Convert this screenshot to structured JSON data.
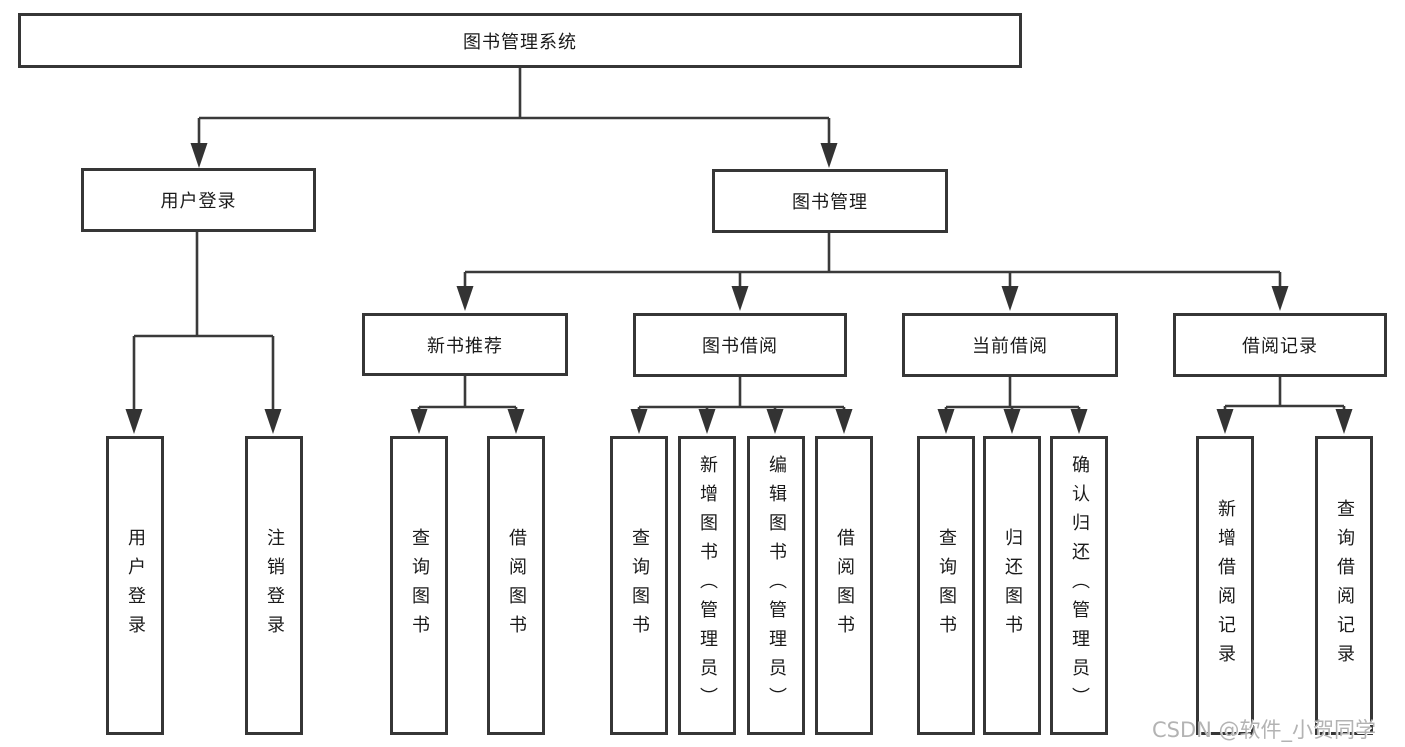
{
  "tree": {
    "root": {
      "label": "图书管理系统"
    },
    "level2": [
      {
        "label": "用户登录"
      },
      {
        "label": "图书管理"
      }
    ],
    "level3": [
      {
        "label": "新书推荐",
        "parent": "图书管理"
      },
      {
        "label": "图书借阅",
        "parent": "图书管理"
      },
      {
        "label": "当前借阅",
        "parent": "图书管理"
      },
      {
        "label": "借阅记录",
        "parent": "图书管理"
      }
    ],
    "leaves": [
      {
        "label": "用户登录",
        "parent": "用户登录"
      },
      {
        "label": "注销登录",
        "parent": "用户登录"
      },
      {
        "label": "查询图书",
        "parent": "新书推荐"
      },
      {
        "label": "借阅图书",
        "parent": "新书推荐"
      },
      {
        "label": "查询图书",
        "parent": "图书借阅"
      },
      {
        "label": "新增图书（管理员）",
        "parent": "图书借阅"
      },
      {
        "label": "编辑图书（管理员）",
        "parent": "图书借阅"
      },
      {
        "label": "借阅图书",
        "parent": "图书借阅"
      },
      {
        "label": "查询图书",
        "parent": "当前借阅"
      },
      {
        "label": "归还图书",
        "parent": "当前借阅"
      },
      {
        "label": "确认归还（管理员）",
        "parent": "当前借阅"
      },
      {
        "label": "新增借阅记录",
        "parent": "借阅记录"
      },
      {
        "label": "查询借阅记录",
        "parent": "借阅记录"
      }
    ]
  },
  "watermark": {
    "text": "CSDN @软件_小贺同学",
    "color": "#b3b3b3"
  },
  "style": {
    "line_color": "#3a3a3a",
    "border_color": "#363636",
    "background": "#ffffff",
    "text_color": "#1a1a1a"
  }
}
